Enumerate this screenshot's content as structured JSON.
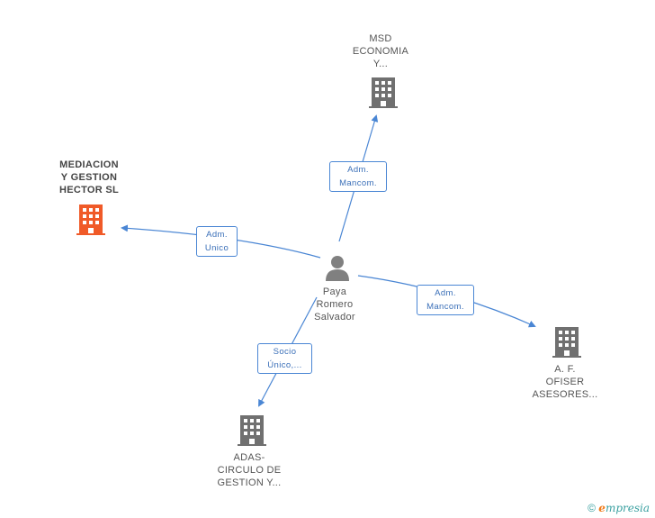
{
  "colors": {
    "edge": "#4a86d4",
    "building_main": "#f05a28",
    "building": "#707070",
    "person": "#808080"
  },
  "nodes": {
    "center": {
      "lines": [
        "Paya",
        "Romero",
        "Salvador"
      ],
      "icon": "person-icon"
    },
    "msd": {
      "lines": [
        "MSD",
        "ECONOMIA",
        "Y..."
      ],
      "icon": "building-icon"
    },
    "mediacion": {
      "lines": [
        "MEDIACION",
        "Y GESTION",
        "HECTOR SL"
      ],
      "icon": "building-icon"
    },
    "af": {
      "lines": [
        "A.  F.",
        "OFISER",
        "ASESORES..."
      ],
      "icon": "building-icon"
    },
    "adas": {
      "lines": [
        "ADAS-",
        "CIRCULO DE",
        "GESTION Y..."
      ],
      "icon": "building-icon"
    }
  },
  "edges": {
    "msd": {
      "lines": [
        "Adm.",
        "Mancom."
      ]
    },
    "mediacion": {
      "lines": [
        "Adm.",
        "Unico"
      ]
    },
    "af": {
      "lines": [
        "Adm.",
        "Mancom."
      ]
    },
    "adas": {
      "lines": [
        "Socio",
        "Único,..."
      ]
    }
  },
  "footer": {
    "copyright": "©",
    "brand_first": "e",
    "brand_rest": "mpresia"
  }
}
